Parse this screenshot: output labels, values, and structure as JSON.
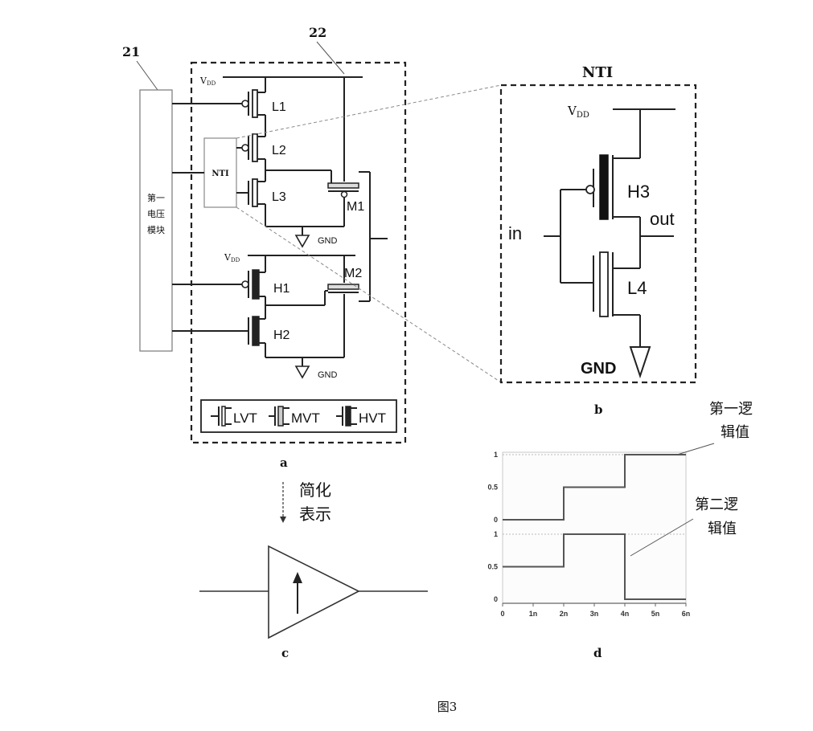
{
  "figure": {
    "caption": "图3",
    "labels": {
      "a": "a",
      "b": "b",
      "c": "c",
      "d": "d"
    },
    "ref_21": "21",
    "ref_22": "22",
    "voltage_module": [
      "第一",
      "电压",
      "模块"
    ],
    "nti_box": "NTI",
    "transistors_a": {
      "l1": "L1",
      "l2": "L2",
      "l3": "L3",
      "m1": "M1",
      "h1": "H1",
      "h2": "H2",
      "m2": "M2"
    },
    "vdd_main": "V",
    "vdd_sub": "DD",
    "gnd": "GND",
    "legend": {
      "lvt": "LVT",
      "mvt": "MVT",
      "hvt": "HVT"
    },
    "panel_b": {
      "title": "NTI",
      "vdd_main": "V",
      "vdd_sub": "DD",
      "h3": "H3",
      "l4": "L4",
      "in": "in",
      "out": "out",
      "gnd": "GND"
    },
    "simplify": [
      "简化",
      "表示"
    ],
    "annotations": {
      "first_logic": [
        "第一逻",
        "辑值"
      ],
      "second_logic": [
        "第二逻",
        "辑值"
      ]
    }
  },
  "chart_data": {
    "type": "line",
    "xlabel": "",
    "ylabel": "",
    "x_ticks": [
      "0",
      "1n",
      "2n",
      "3n",
      "4n",
      "5n",
      "6n"
    ],
    "xlim": [
      0,
      6
    ],
    "upper": {
      "y_ticks": [
        "0",
        "0.5",
        "1"
      ],
      "ylim": [
        0,
        1
      ],
      "series": [
        {
          "x": [
            0,
            2,
            2,
            4,
            4,
            6
          ],
          "y": [
            0,
            0,
            0.5,
            0.5,
            1,
            1
          ]
        }
      ]
    },
    "lower": {
      "y_ticks": [
        "0",
        "0.5",
        "1"
      ],
      "ylim": [
        0,
        1
      ],
      "series": [
        {
          "x": [
            0,
            2,
            2,
            4,
            4,
            6
          ],
          "y": [
            0.5,
            0.5,
            1,
            1,
            0,
            0
          ]
        }
      ]
    }
  }
}
